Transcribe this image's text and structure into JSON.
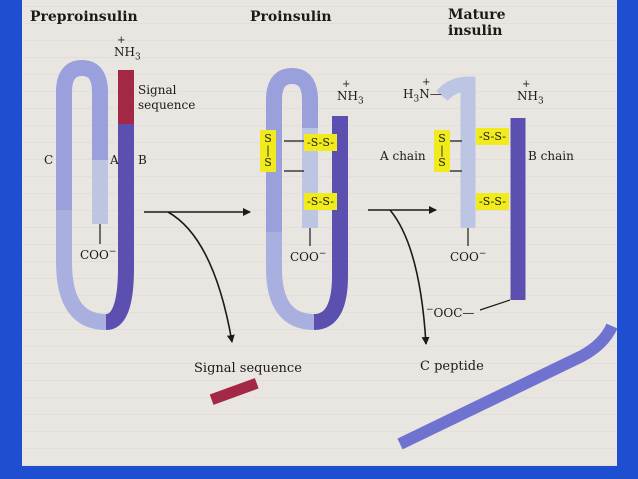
{
  "titles": {
    "preproinsulin": "Preproinsulin",
    "proinsulin": "Proinsulin",
    "mature_line1": "Mature",
    "mature_line2": "insulin"
  },
  "labels": {
    "nh3": "NH",
    "nh3_sub": "3",
    "nh3_charge": "+",
    "h3n": "H",
    "h3n_sub": "3",
    "h3n_n": "N",
    "signal_line1": "Signal",
    "signal_line2": "sequence",
    "chain_c": "C",
    "chain_a": "A",
    "chain_b": "B",
    "coo": "COO",
    "coo_charge": "−",
    "a_chain": "A chain",
    "b_chain": "B chain",
    "ooc": "OOC",
    "ooc_charge": "−",
    "signal_sequence": "Signal sequence",
    "c_peptide": "C peptide"
  },
  "disulfide": {
    "ss": "-S-S-",
    "s": "S"
  },
  "colors": {
    "background": "#1f4fd1",
    "page": "#e9e6e1",
    "chain_b": "#5b4fb0",
    "chain_c": "#9aa0dc",
    "chain_a": "#bcc5e2",
    "signal": "#a22845",
    "disulfide_box": "#f1ea1c"
  }
}
